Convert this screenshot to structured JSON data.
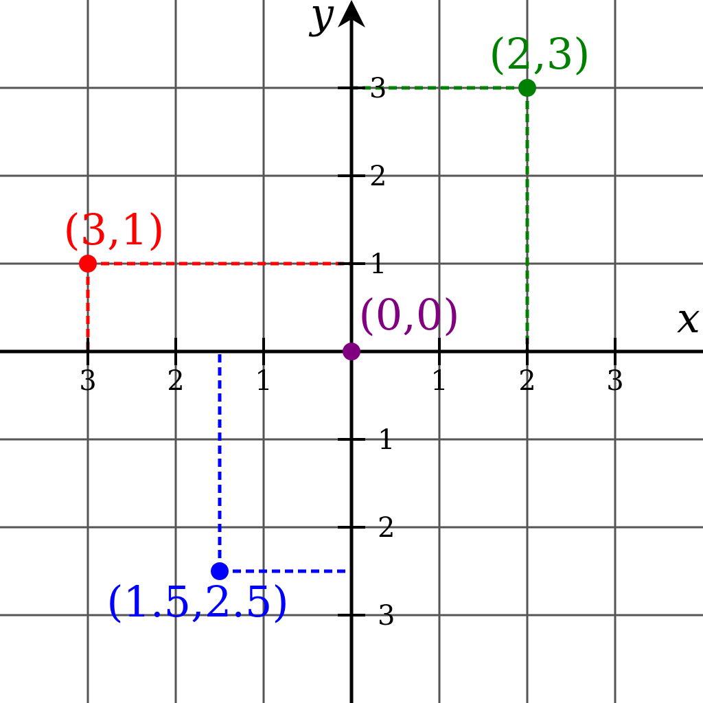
{
  "axes": {
    "x_title": "x",
    "y_title": "y",
    "x_ticks": [
      {
        "value": -3,
        "label": "3"
      },
      {
        "value": -2,
        "label": "2"
      },
      {
        "value": -1,
        "label": "1"
      },
      {
        "value": 1,
        "label": "1"
      },
      {
        "value": 2,
        "label": "2"
      },
      {
        "value": 3,
        "label": "3"
      }
    ],
    "y_ticks": [
      {
        "value": 3,
        "label": "3"
      },
      {
        "value": 2,
        "label": "2"
      },
      {
        "value": 1,
        "label": "1"
      },
      {
        "value": -1,
        "label": "1"
      },
      {
        "value": -2,
        "label": "2"
      },
      {
        "value": -3,
        "label": "3"
      }
    ]
  },
  "points": [
    {
      "x": 2,
      "y": 3,
      "label": "(2,3)",
      "color": "#008000"
    },
    {
      "x": -3,
      "y": 1,
      "label": "(3,1)",
      "color": "#ff0000"
    },
    {
      "x": 0,
      "y": 0,
      "label": "(0,0)",
      "color": "#800080"
    },
    {
      "x": -1.5,
      "y": -2.5,
      "label": "(1.5,2.5)",
      "color": "#0000ff"
    }
  ],
  "colors": {
    "grid": "#555555",
    "axis": "#000000"
  }
}
